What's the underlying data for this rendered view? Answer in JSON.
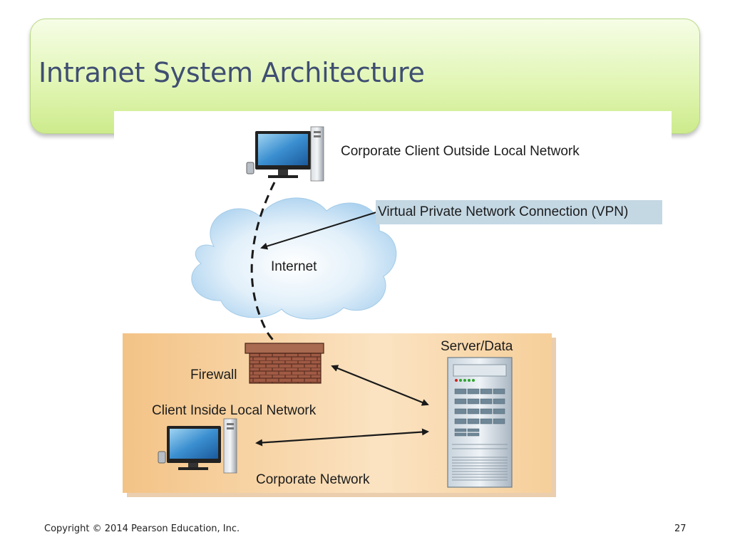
{
  "slide": {
    "title": "Intranet System Architecture",
    "copyright": "Copyright © 2014 Pearson Education, Inc.",
    "page_number": "27"
  },
  "diagram": {
    "labels": {
      "outside_client": "Corporate Client Outside Local Network",
      "vpn": "Virtual Private Network Connection (VPN)",
      "internet": "Internet",
      "server": "Server/Data",
      "firewall": "Firewall",
      "inside_client": "Client Inside Local Network",
      "corporate_network": "Corporate Network"
    },
    "icons": [
      "desktop-computer-icon",
      "cloud-icon",
      "brick-firewall-icon",
      "server-rack-icon"
    ],
    "colors": {
      "title_text": "#3f4e72",
      "title_banner": "#e2f6b6",
      "corporate_network_zone": "#f6cf9a",
      "vpn_label_bg": "#c4d8e4",
      "firewall_brick": "#9b5a45",
      "cloud": "#cfe6f6"
    }
  }
}
